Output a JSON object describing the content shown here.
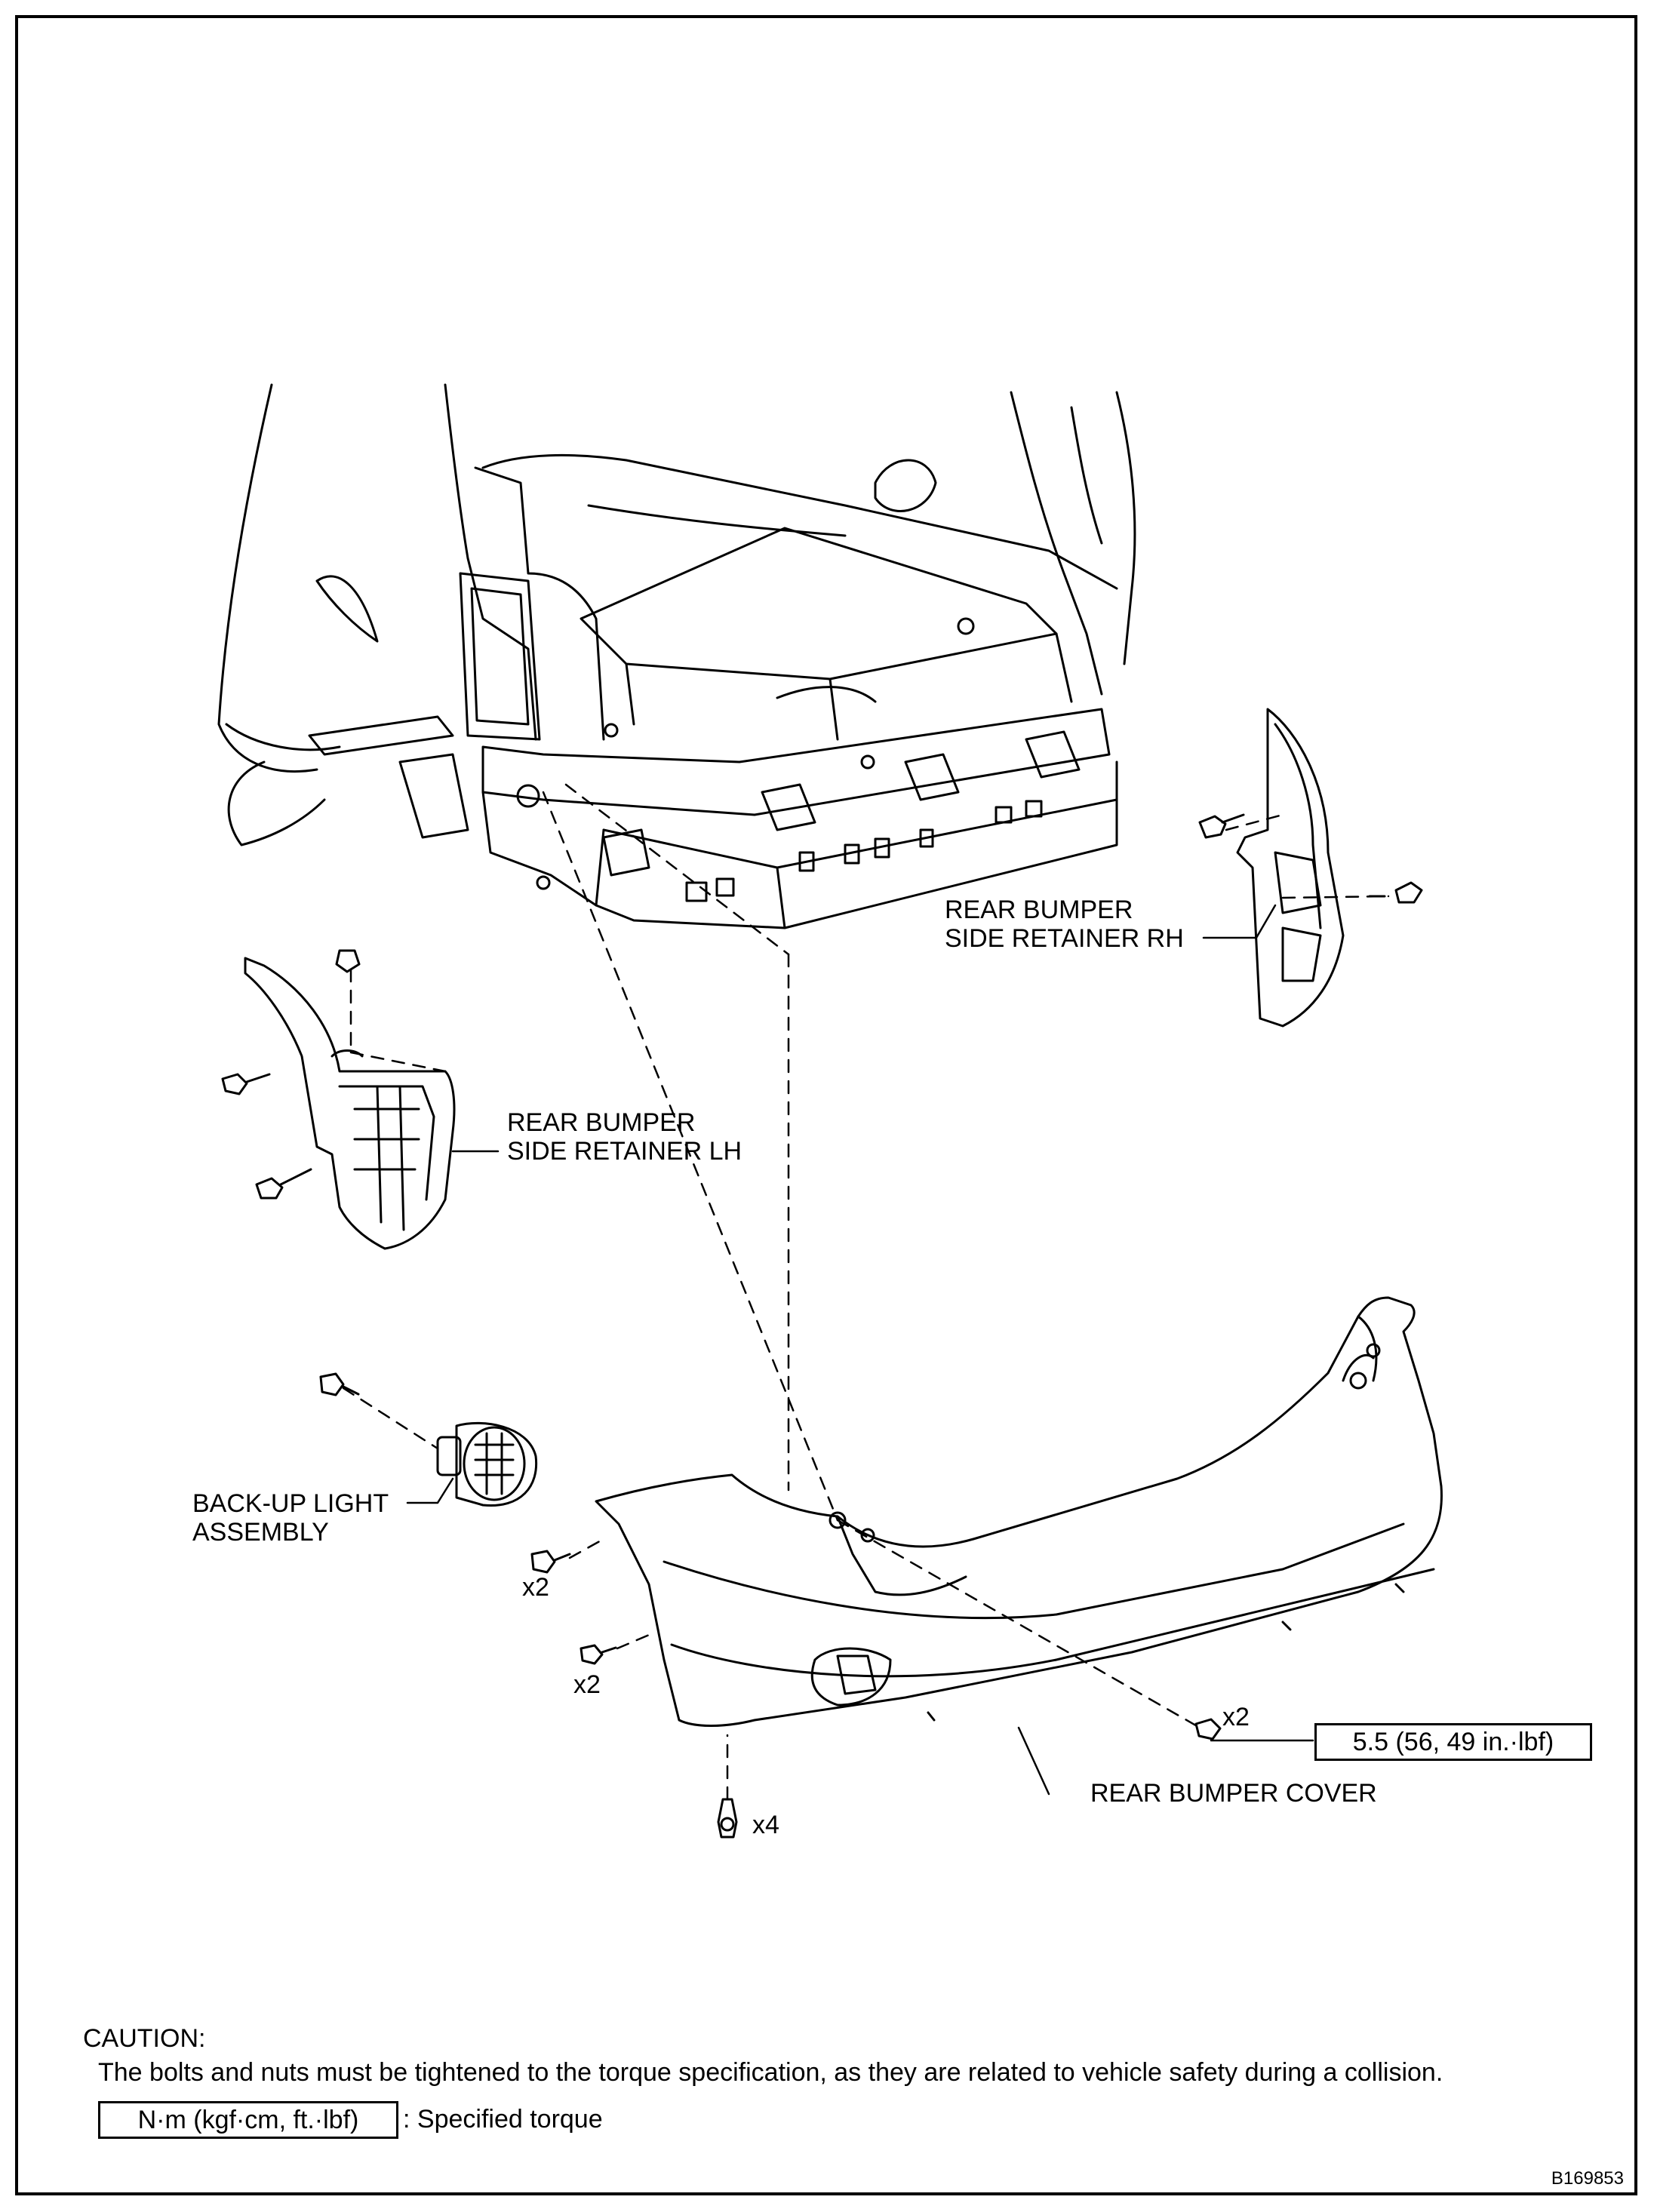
{
  "labels": {
    "rh_line1": "REAR BUMPER",
    "rh_line2": "SIDE RETAINER RH",
    "lh_line1": "REAR BUMPER",
    "lh_line2": "SIDE RETAINER LH",
    "backup_line1": "BACK-UP LIGHT",
    "backup_line2": "ASSEMBLY",
    "cover": "REAR BUMPER COVER",
    "qty_a": "x2",
    "qty_b": "x2",
    "qty_c": "x2",
    "qty_d": "x4"
  },
  "torque": {
    "value": "5.5 (56, 49 in.·lbf)"
  },
  "caution": {
    "title": "CAUTION:",
    "text": "The bolts and nuts must be tightened to the torque specification, as they are related to vehicle safety during a collision.",
    "legend_box": "N·m (kgf·cm, ft.·lbf)",
    "legend_text": ": Specified torque"
  },
  "figure_code": "B169853"
}
